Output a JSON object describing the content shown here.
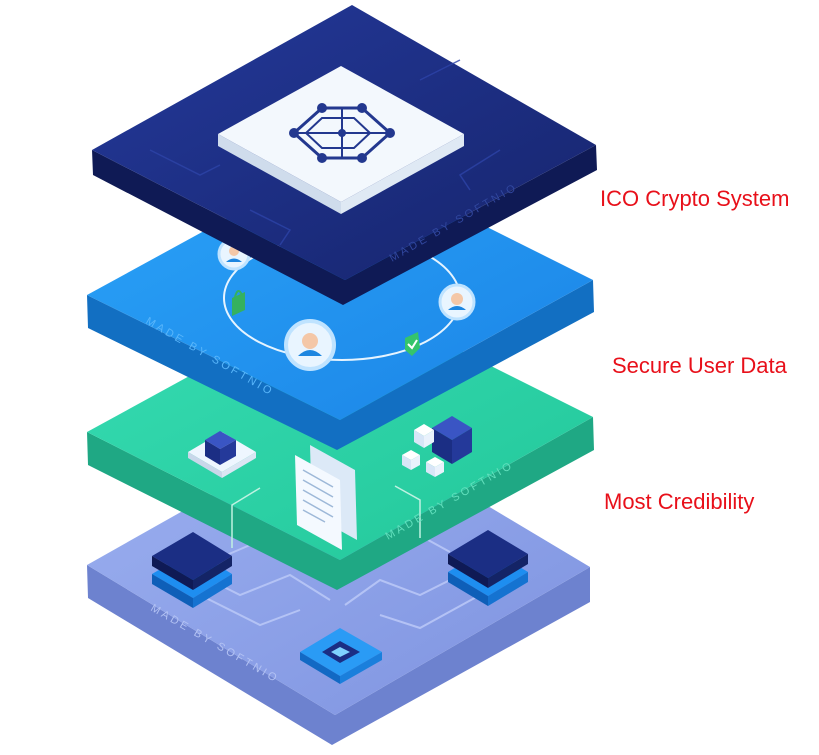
{
  "layers": [
    {
      "label": "ICO Crypto System",
      "watermark": "MADE BY SOFTNIO"
    },
    {
      "label": "Secure User Data",
      "watermark": "MADE BY SOFTNIO"
    },
    {
      "label": "Most Credibility",
      "watermark": "MADE BY SOFTNIO"
    },
    {
      "label": "",
      "watermark": "MADE BY SOFTNIO"
    }
  ],
  "colors": {
    "label_text": "#e8101a",
    "layer_top": "#1c2f86",
    "layer_top_side": "#0f1a55",
    "layer_user": "#1f97f2",
    "layer_user_side": "#126fc2",
    "layer_cred": "#2fd3a8",
    "layer_cred_side": "#1fa884",
    "layer_base": "#8ea3ea",
    "layer_base_side": "#6d82cf",
    "navy_icon": "#23388f"
  },
  "icons": [
    "hexagon-network-icon",
    "user-avatar-icon",
    "lock-icon",
    "check-shield-icon",
    "cube-icon",
    "document-icon",
    "server-icon",
    "chip-icon"
  ]
}
